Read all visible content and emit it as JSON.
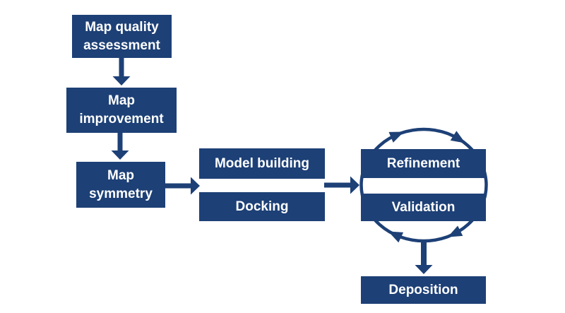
{
  "colors": {
    "navy": "#1d4076",
    "text": "#ffffff",
    "background": "#ffffff"
  },
  "nodes": {
    "map_quality": {
      "label": "Map quality\nassessment"
    },
    "map_improvement": {
      "label": "Map\nimprovement"
    },
    "map_symmetry": {
      "label": "Map\nsymmetry"
    },
    "model_building": {
      "label": "Model building"
    },
    "docking": {
      "label": "Docking"
    },
    "refinement": {
      "label": "Refinement"
    },
    "validation": {
      "label": "Validation"
    },
    "deposition": {
      "label": "Deposition"
    }
  },
  "flow": [
    {
      "from": "Map quality assessment",
      "to": "Map improvement",
      "type": "arrow-down"
    },
    {
      "from": "Map improvement",
      "to": "Map symmetry",
      "type": "arrow-down"
    },
    {
      "from": "Map symmetry",
      "to": "Model building / Docking",
      "type": "arrow-right"
    },
    {
      "from": "Model building / Docking",
      "to": "Refinement / Validation",
      "type": "arrow-right"
    },
    {
      "from": "Refinement",
      "to": "Validation",
      "type": "iterative-cycle-clockwise"
    },
    {
      "from": "Refinement / Validation",
      "to": "Deposition",
      "type": "arrow-down"
    }
  ]
}
